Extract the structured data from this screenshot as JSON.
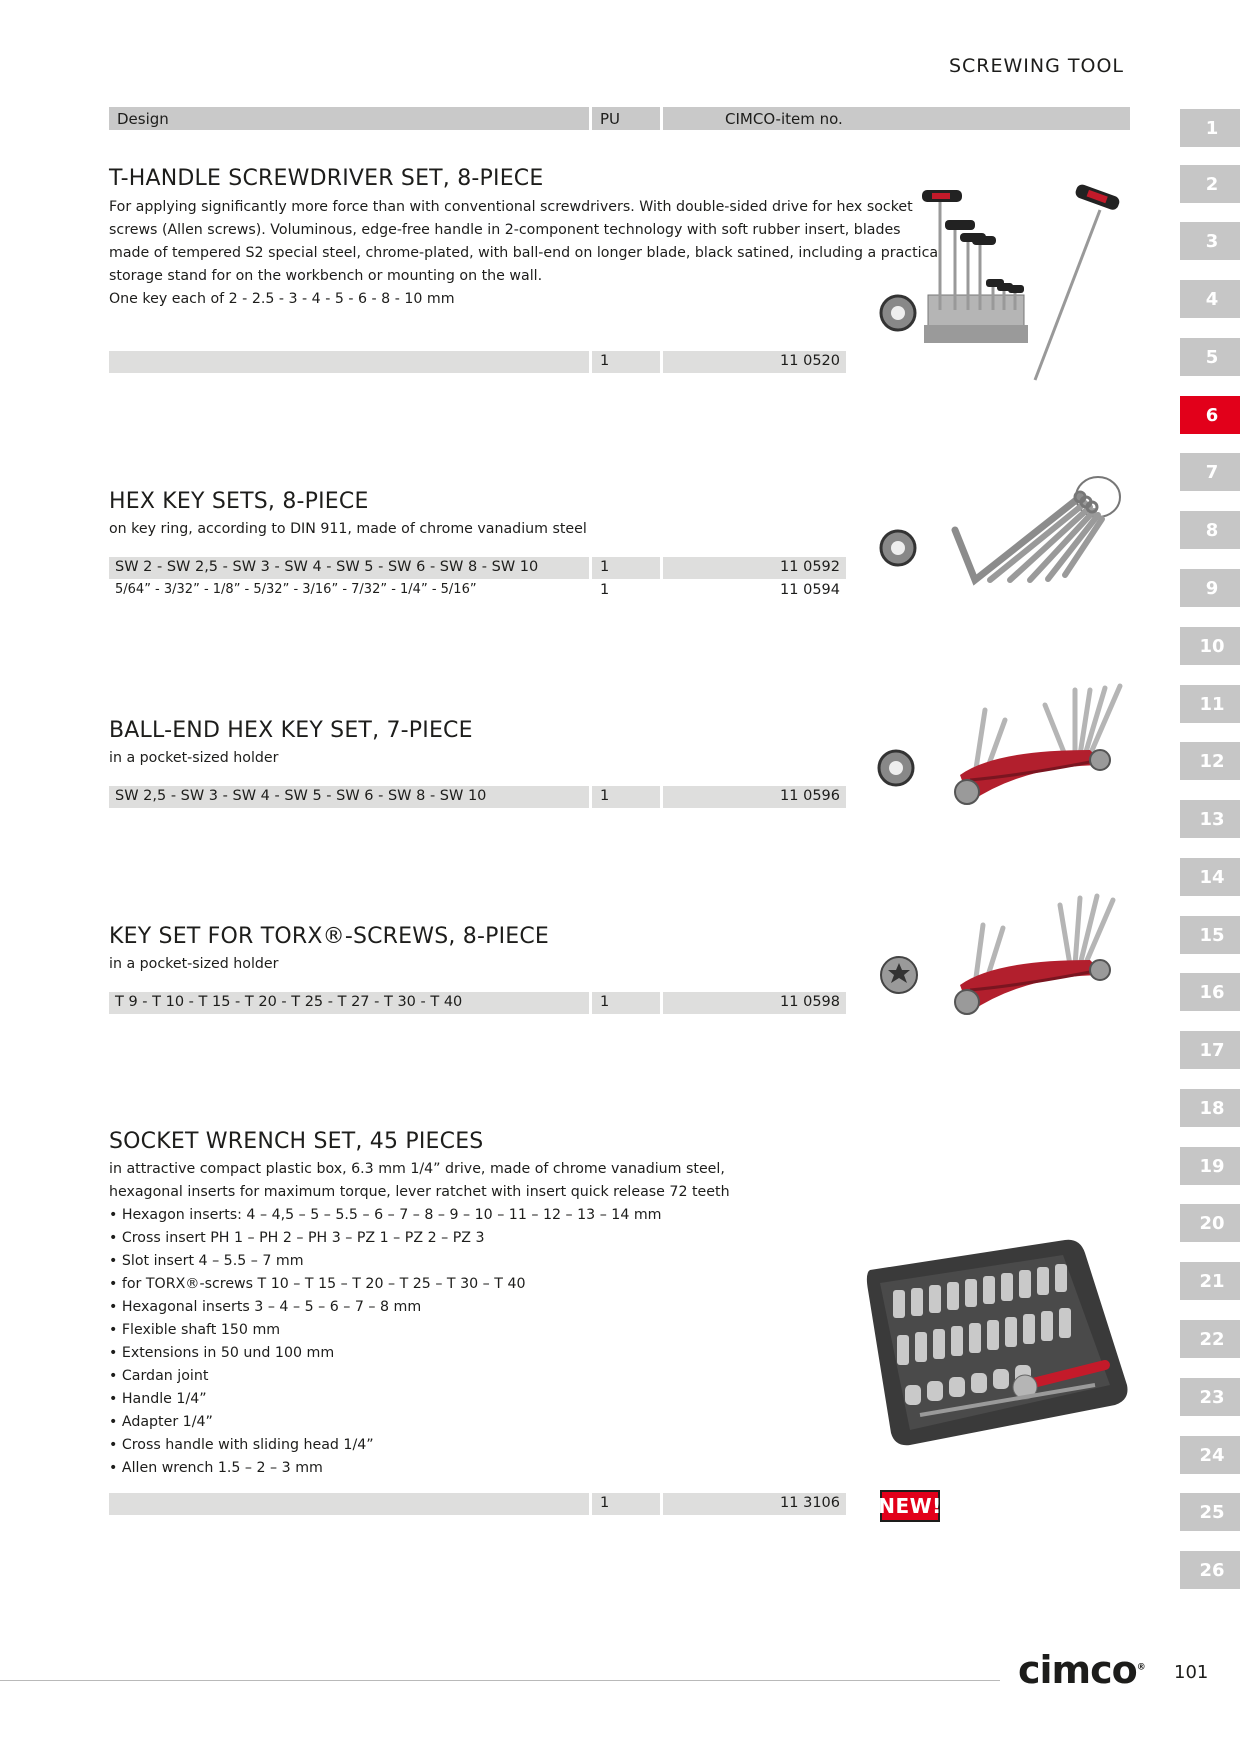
{
  "header": {
    "section": "SCREWING TOOL"
  },
  "table_header": {
    "design": "Design",
    "pu": "PU",
    "item_no": "CIMCO-item no."
  },
  "products": [
    {
      "title": "T-HANDLE SCREWDRIVER SET, 8-PIECE",
      "desc": [
        "For applying significantly more force than with conventional screwdrivers. With double-sided drive for hex socket",
        "screws (Allen screws). Voluminous, edge-free handle in 2-component technology with soft rubber insert, blades",
        "made of tempered S2 special steel, chrome-plated, with ball-end on longer blade, black satined, including a practical",
        "storage stand for on the workbench or mounting on the wall.",
        "One key each of 2 - 2.5 - 3 - 4 - 5 - 6 - 8 - 10 mm"
      ],
      "rows": [
        {
          "design": "",
          "pu": "1",
          "item": "11 0520"
        }
      ]
    },
    {
      "title": "HEX KEY SETS, 8-PIECE",
      "desc": [
        "on key ring, according to DIN 911, made of chrome vanadium steel"
      ],
      "rows": [
        {
          "design": "SW 2 - SW 2,5 - SW 3 - SW 4 - SW 5 - SW 6 - SW 8 - SW 10",
          "pu": "1",
          "item": "11 0592"
        },
        {
          "design": "5/64” - 3/32” - 1/8” - 5/32” - 3/16” - 7/32” - 1/4” - 5/16”",
          "pu": "1",
          "item": "11 0594"
        }
      ]
    },
    {
      "title": "BALL-END HEX KEY SET, 7-PIECE",
      "desc": [
        "in a pocket-sized holder"
      ],
      "rows": [
        {
          "design": "SW 2,5 - SW 3 - SW 4 - SW 5 - SW 6 - SW 8 - SW 10",
          "pu": "1",
          "item": "11 0596"
        }
      ]
    },
    {
      "title": "KEY SET FOR TORX®-SCREWS, 8-PIECE",
      "desc": [
        "in a pocket-sized holder"
      ],
      "rows": [
        {
          "design": "T 9 - T 10 - T 15 - T 20 - T 25 - T 27 - T 30 - T 40",
          "pu": "1",
          "item": "11 0598"
        }
      ]
    },
    {
      "title": "SOCKET WRENCH SET, 45 PIECES",
      "desc": [
        "in attractive compact plastic box, 6.3 mm 1/4” drive, made of chrome vanadium steel,",
        "hexagonal inserts for maximum torque, lever ratchet with insert quick release 72 teeth",
        "• Hexagon inserts: 4 – 4,5 – 5 – 5.5 – 6 – 7 – 8 – 9 – 10 – 11 – 12 – 13 – 14 mm",
        "• Cross insert PH 1 – PH 2 – PH 3 – PZ 1 – PZ 2 – PZ 3",
        "• Slot insert 4 – 5.5 – 7 mm",
        "• for TORX®-screws T 10 – T 15 – T 20 – T 25 – T 30 – T 40",
        "• Hexagonal inserts 3 – 4 – 5 – 6 – 7 – 8 mm",
        "• Flexible shaft 150 mm",
        "• Extensions in 50 und 100 mm",
        "• Cardan joint",
        "• Handle 1/4”",
        "• Adapter 1/4”",
        "• Cross handle with sliding head 1/4”",
        "• Allen wrench 1.5 – 2 – 3 mm"
      ],
      "rows": [
        {
          "design": "",
          "pu": "1",
          "item": "11 3106"
        }
      ],
      "badge": "NEW!"
    }
  ],
  "tabs": [
    "1",
    "2",
    "3",
    "4",
    "5",
    "6",
    "7",
    "8",
    "9",
    "10",
    "11",
    "12",
    "13",
    "14",
    "15",
    "16",
    "17",
    "18",
    "19",
    "20",
    "21",
    "22",
    "23",
    "24",
    "25",
    "26"
  ],
  "active_tab": "6",
  "footer": {
    "logo": "cimco",
    "page_number": "101"
  },
  "colors": {
    "accent": "#e2001a",
    "tab_grey": "#c6c6c6",
    "bar_grey": "#dededd",
    "header_grey": "#c9c9c9"
  }
}
